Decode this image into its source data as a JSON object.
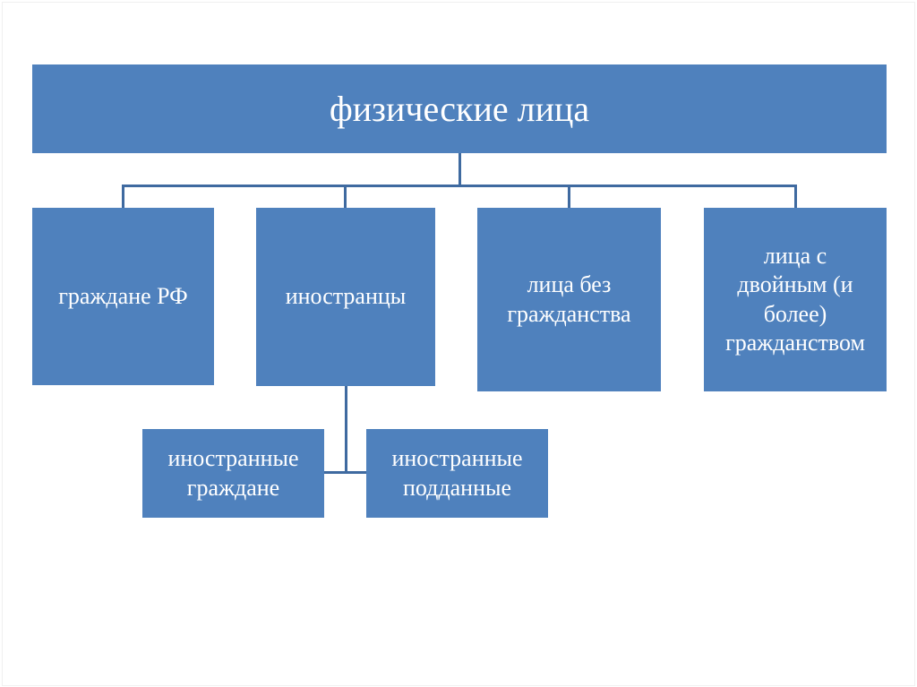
{
  "diagram": {
    "root": "физические лица",
    "children": [
      {
        "label": "граждане РФ"
      },
      {
        "label": "иностранцы"
      },
      {
        "label": "лица без гражданства"
      },
      {
        "label": "лица с двойным (и более) гражданством"
      }
    ],
    "foreigners_children": [
      {
        "label": "иностранные граждане"
      },
      {
        "label": "иностранные подданные"
      }
    ],
    "colors": {
      "box": "#4f81bd",
      "connector": "#3f6aa0",
      "text": "#ffffff"
    }
  }
}
